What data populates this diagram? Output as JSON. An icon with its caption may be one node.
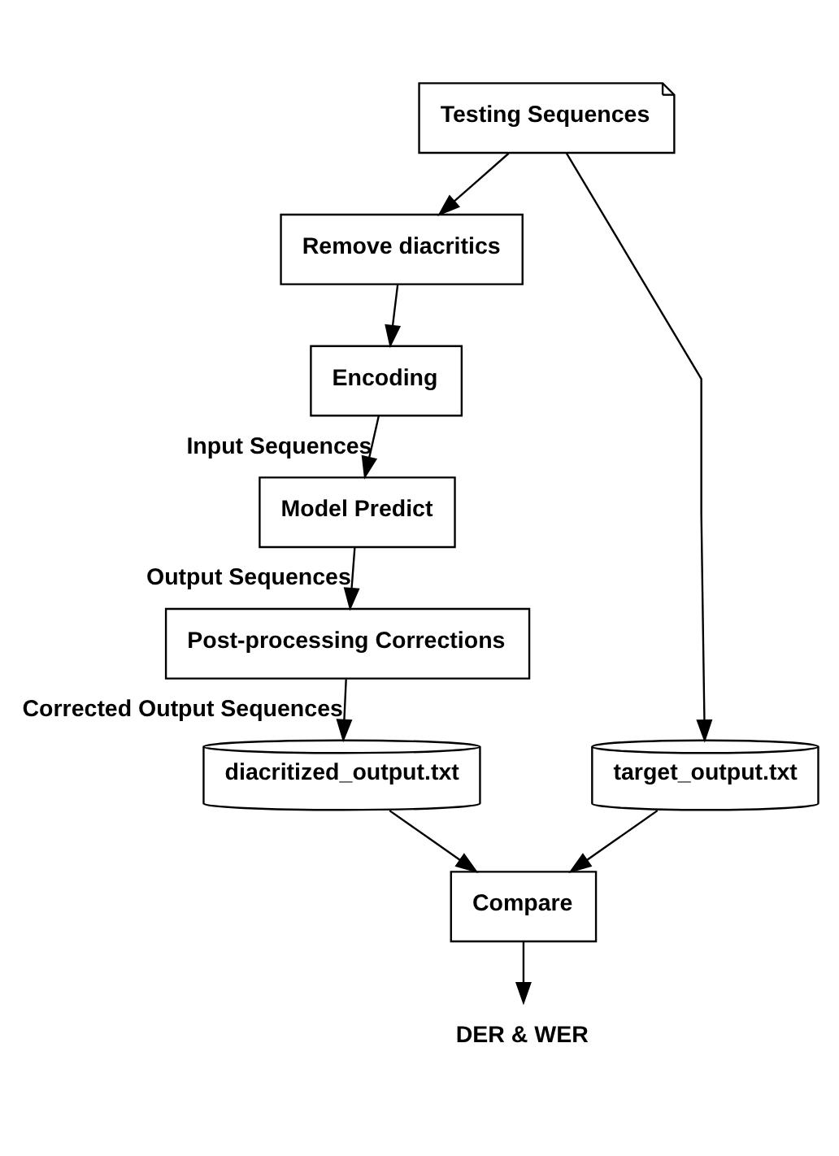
{
  "diagram": {
    "nodes": [
      {
        "text": [
          "Testing Sequences"
        ]
      },
      {
        "text": [
          "Remove diacritics"
        ]
      },
      {
        "text": [
          "Encoding"
        ]
      },
      {
        "text": [
          "Model Predict"
        ]
      },
      {
        "text": [
          "Post-processing Corrections"
        ]
      },
      {
        "text": [
          "diacritized_output.txt"
        ]
      },
      {
        "text": [
          "target_output.txt"
        ]
      },
      {
        "text": [
          "Compare"
        ]
      },
      {
        "text": [
          "DER & WER"
        ]
      }
    ],
    "edges": [
      {
        "from": 0,
        "to": 1,
        "arrow": "to"
      },
      {
        "from": 1,
        "to": 2,
        "arrow": "to"
      },
      {
        "from": 2,
        "to": 3,
        "arrow": "to",
        "label": "Input Sequences"
      },
      {
        "from": 3,
        "to": 4,
        "arrow": "to",
        "label": "Output Sequences"
      },
      {
        "from": 4,
        "to": 5,
        "arrow": "to",
        "label": "Corrected Output Sequences"
      },
      {
        "from": 0,
        "to": 6,
        "arrow": "to"
      },
      {
        "from": 5,
        "to": 7,
        "arrow": "to"
      },
      {
        "from": 6,
        "to": 7,
        "arrow": "to"
      },
      {
        "from": 7,
        "to": 8,
        "arrow": "to"
      }
    ]
  }
}
